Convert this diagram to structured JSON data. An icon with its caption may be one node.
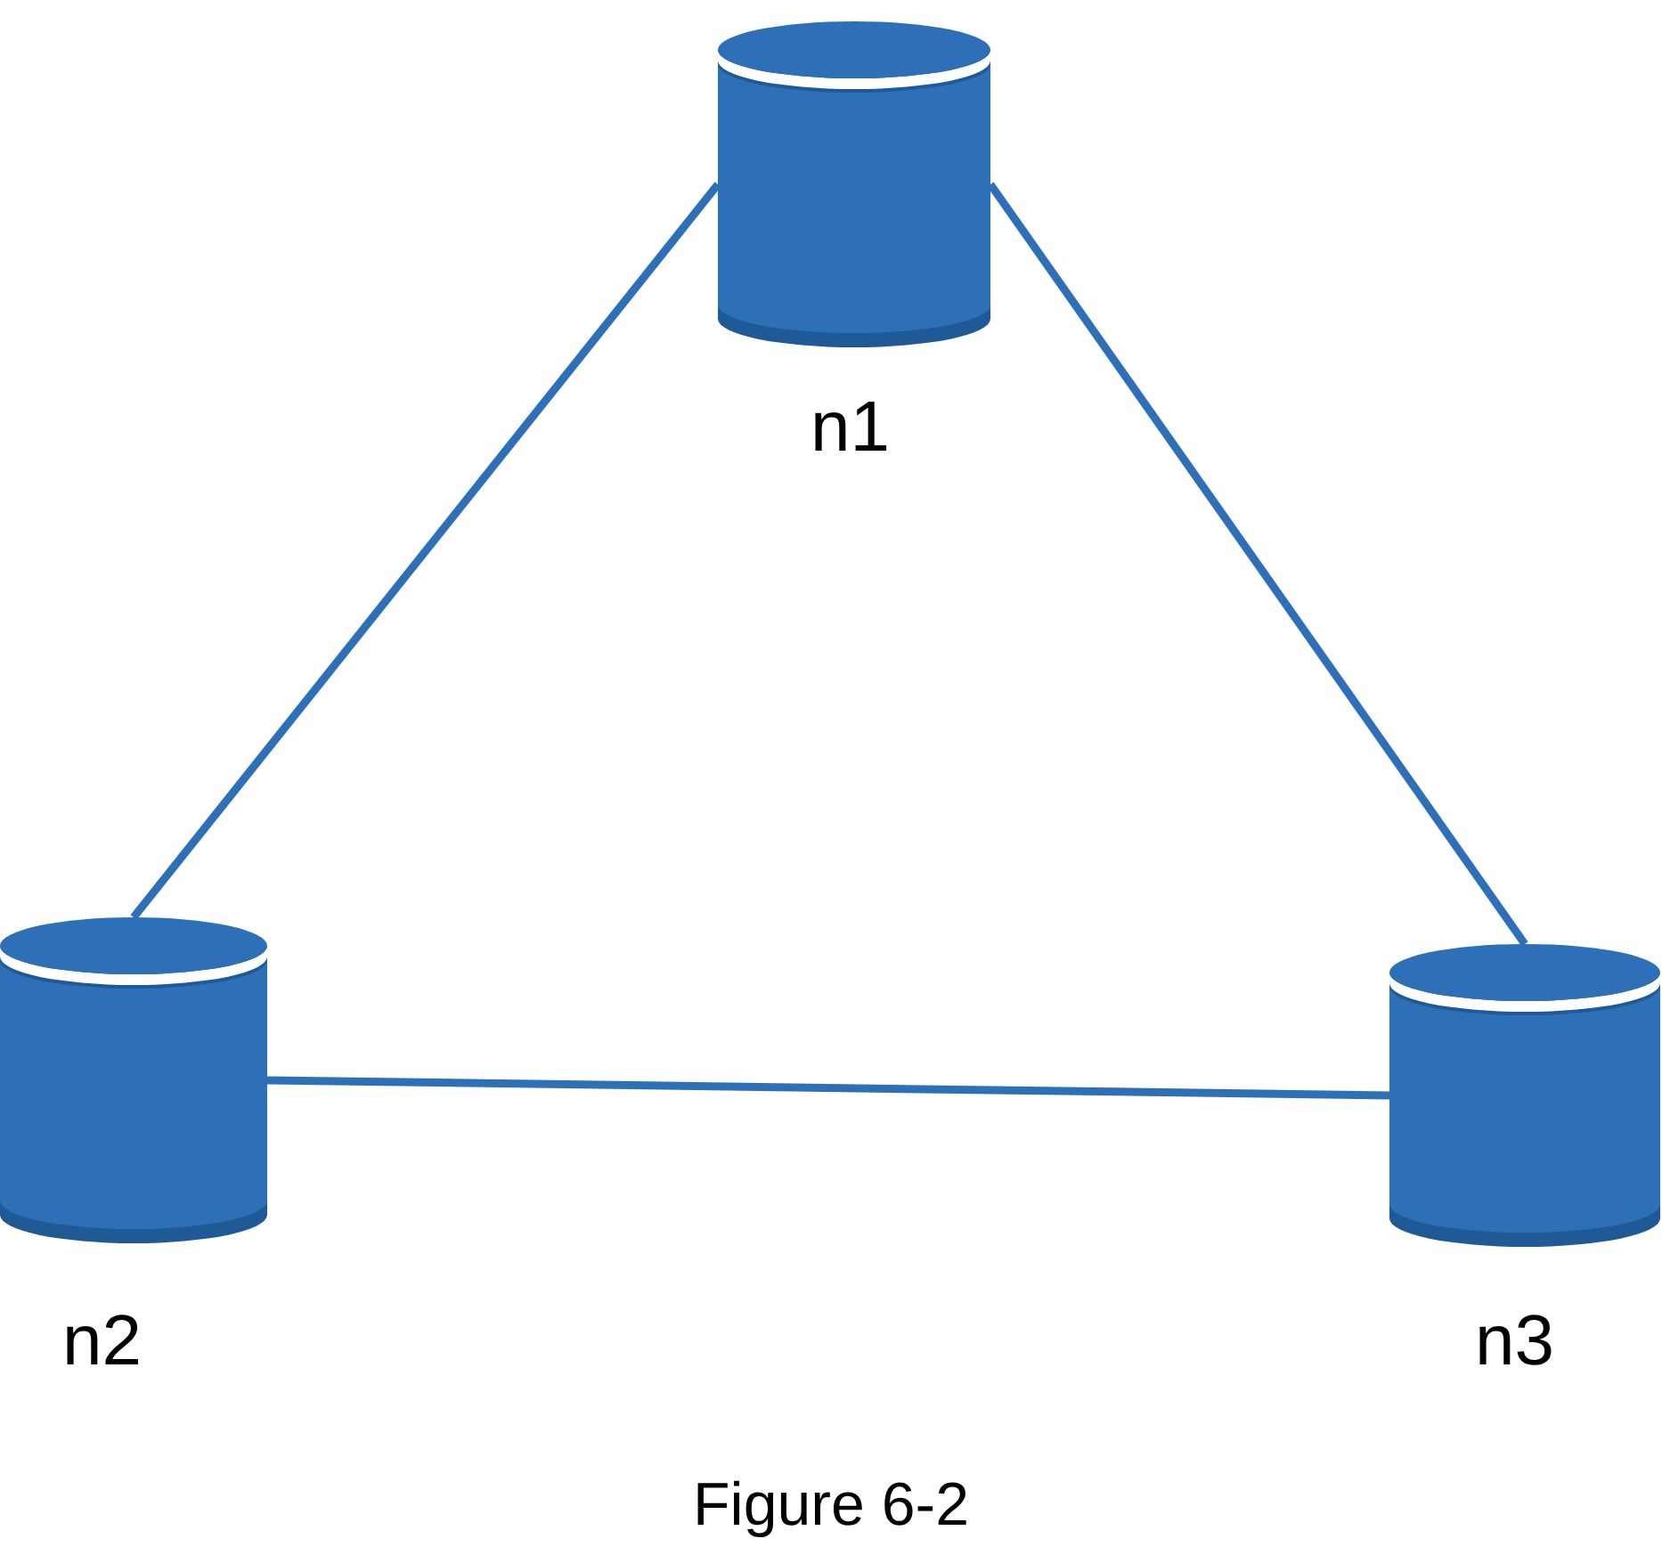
{
  "diagram": {
    "caption": "Figure 6-2",
    "nodes": [
      {
        "text": [
          "n1"
        ]
      },
      {
        "text": [
          "n2"
        ]
      },
      {
        "text": [
          "n3"
        ]
      }
    ],
    "edges": [
      {
        "from": 0,
        "to": 1,
        "arrow": "none"
      },
      {
        "from": 0,
        "to": 2,
        "arrow": "none"
      },
      {
        "from": 1,
        "to": 2,
        "arrow": "none"
      }
    ]
  }
}
